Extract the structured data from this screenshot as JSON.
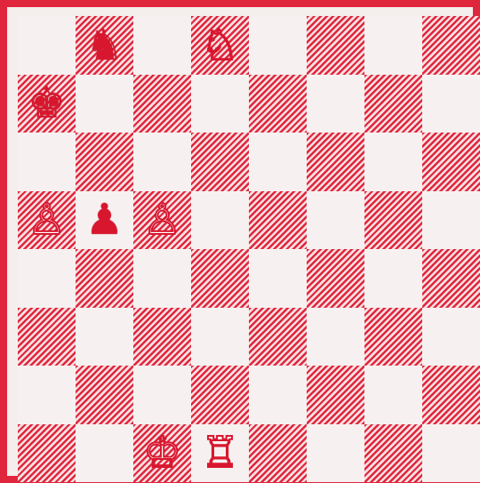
{
  "board": {
    "colors": {
      "border": "#e0263c",
      "dark_square_hatch": "#e0263c",
      "light_square": "#f6f1f0",
      "piece": "#d8172f"
    },
    "pieces": [
      {
        "square": "b8",
        "type": "knight",
        "color": "black",
        "glyph": "♞"
      },
      {
        "square": "d8",
        "type": "knight",
        "color": "white",
        "glyph": "♘"
      },
      {
        "square": "a7",
        "type": "king",
        "color": "black",
        "glyph": "♚"
      },
      {
        "square": "a5",
        "type": "pawn",
        "color": "white",
        "glyph": "♙"
      },
      {
        "square": "b5",
        "type": "pawn",
        "color": "black",
        "glyph": "♟"
      },
      {
        "square": "c5",
        "type": "pawn",
        "color": "white",
        "glyph": "♙"
      },
      {
        "square": "c1",
        "type": "king",
        "color": "white",
        "glyph": "♔"
      },
      {
        "square": "d1",
        "type": "rook",
        "color": "white",
        "glyph": "♖"
      }
    ]
  }
}
